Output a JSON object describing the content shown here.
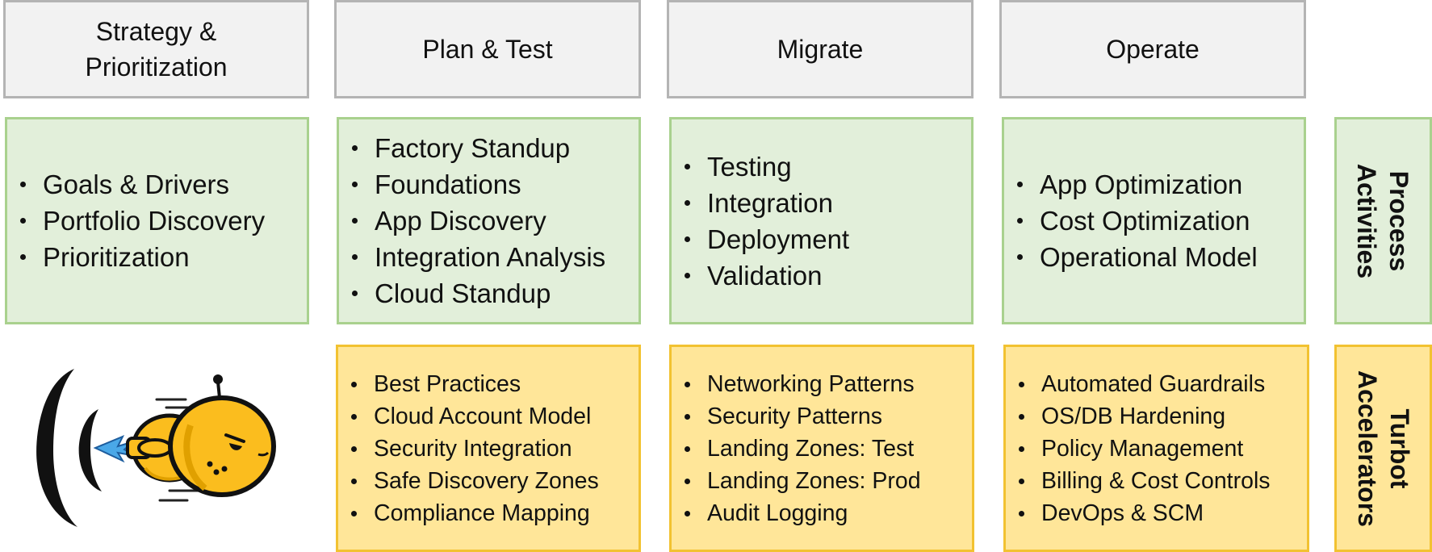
{
  "headers": [
    {
      "line1": "Strategy &",
      "line2": "Prioritization"
    },
    {
      "line1": "Plan & Test",
      "line2": ""
    },
    {
      "line1": "Migrate",
      "line2": ""
    },
    {
      "line1": "Operate",
      "line2": ""
    }
  ],
  "process_activities": {
    "label_line1": "Process",
    "label_line2": "Activities",
    "columns": [
      [
        "Goals & Drivers",
        "Portfolio Discovery",
        "Prioritization"
      ],
      [
        "Factory Standup",
        "Foundations",
        "App Discovery",
        "Integration Analysis",
        "Cloud Standup"
      ],
      [
        "Testing",
        "Integration",
        "Deployment",
        "Validation"
      ],
      [
        "App Optimization",
        "Cost Optimization",
        "Operational Model"
      ]
    ]
  },
  "turbot_accelerators": {
    "label_line1": "Turbot",
    "label_line2": "Accelerators",
    "columns": [
      [
        "Best Practices",
        "Cloud Account Model",
        "Security Integration",
        "Safe Discovery Zones",
        "Compliance Mapping"
      ],
      [
        "Networking Patterns",
        "Security Patterns",
        "Landing Zones: Test",
        "Landing Zones: Prod",
        "Audit Logging"
      ],
      [
        "Automated Guardrails",
        "OS/DB Hardening",
        "Policy Management",
        "Billing & Cost Controls",
        "DevOps & SCM"
      ]
    ]
  },
  "colors": {
    "header_fill": "#f2f2f2",
    "header_border": "#b4b4b4",
    "process_fill": "#e2efda",
    "process_border": "#a9d18e",
    "accelerator_fill": "#ffe699",
    "accelerator_border": "#f2c231",
    "mascot_body": "#fbbd1e"
  },
  "icons": [
    "turbot-mascot-icon"
  ]
}
